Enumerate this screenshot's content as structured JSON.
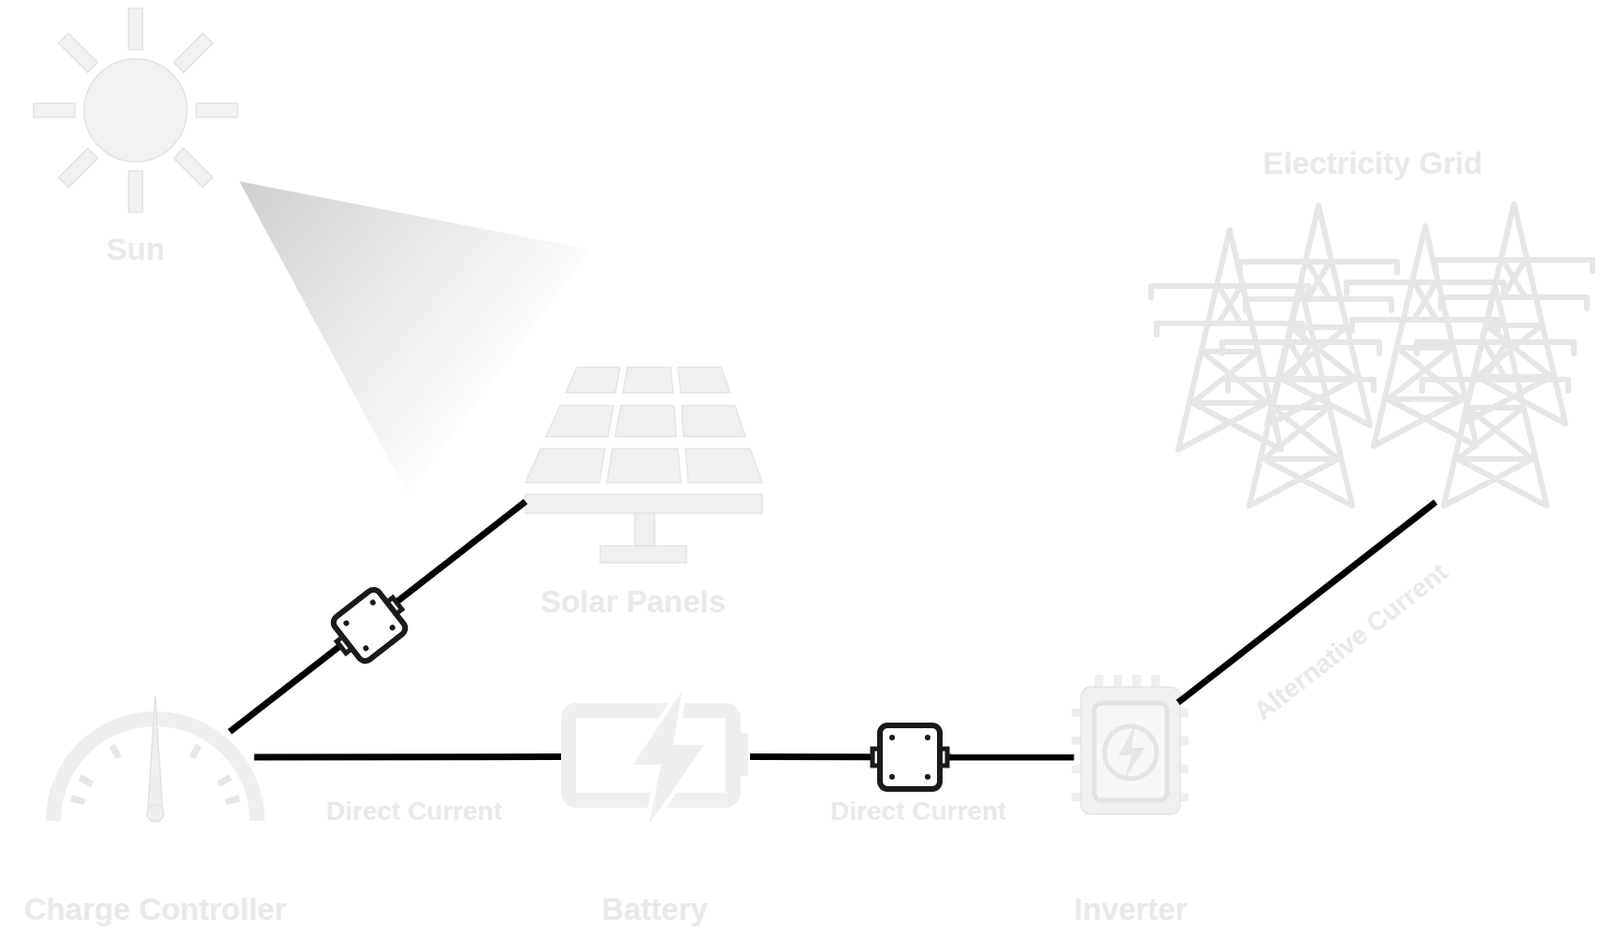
{
  "diagram": {
    "nodes": [
      {
        "text": [
          "Sun"
        ]
      },
      {
        "text": [
          "Electricity Grid"
        ]
      },
      {
        "text": [
          "Solar Panels"
        ]
      },
      {
        "text": [
          "Charge Controller"
        ]
      },
      {
        "text": [
          "Battery"
        ]
      },
      {
        "text": [
          "Inverter"
        ]
      }
    ],
    "edges": [
      {
        "from": 2,
        "to": 3,
        "arrow": "none"
      },
      {
        "from": 3,
        "to": 4,
        "label": "Direct Current",
        "arrow": "none"
      },
      {
        "from": 4,
        "to": 5,
        "label": "Direct Current",
        "arrow": "none"
      },
      {
        "from": 5,
        "to": 1,
        "label": "Alternative Current",
        "arrow": "none"
      }
    ]
  }
}
